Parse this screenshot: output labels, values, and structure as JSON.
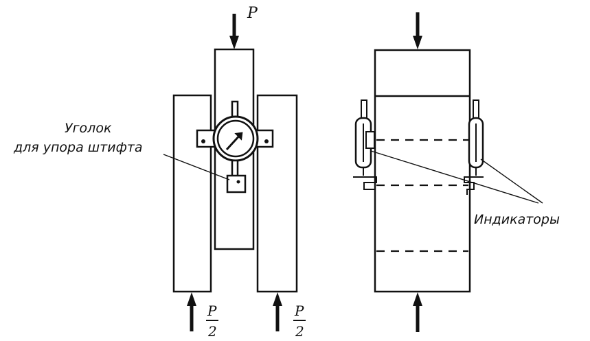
{
  "labels": {
    "force_top": "P",
    "angle_line1": "Уголок",
    "angle_line2": "для упора штифта",
    "indicators": "Индикаторы",
    "half_left_num": "P",
    "half_left_den": "2",
    "half_right_num": "P",
    "half_right_den": "2"
  },
  "icons": {
    "arrow": "solid-down-up-arrow",
    "dial": "dial-indicator-icon"
  }
}
